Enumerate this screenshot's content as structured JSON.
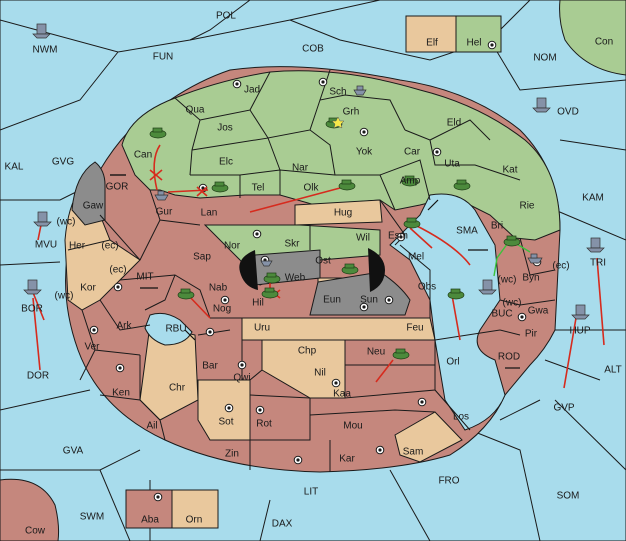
{
  "board": {
    "provinces": {
      "pol": "POL",
      "fun": "FUN",
      "cob": "COB",
      "nom": "NOM",
      "con": "Con",
      "elf": "Elf",
      "hel": "Hel",
      "nwm": "NWM",
      "ovd": "OVD",
      "kal": "KAL",
      "gvg": "GVG",
      "kam": "KAM",
      "sma": "SMA",
      "mit": "MIT",
      "rbu": "RBU",
      "buc": "BUC",
      "rod": "ROD",
      "alt": "ALT",
      "gvp": "GVP",
      "dor": "DOR",
      "gva": "GVA",
      "fro": "FRO",
      "som": "SOM",
      "lit": "LIT",
      "dax": "DAX",
      "swm": "SWM",
      "cow": "Cow",
      "aba": "Aba",
      "orn": "Orn",
      "jad": "Jad",
      "sch": "Sch",
      "qua": "Qua",
      "jos": "Jos",
      "grh": "Grh",
      "eld": "Eld",
      "can": "Can",
      "elc": "Elc",
      "nar": "Nar",
      "yok": "Yok",
      "car": "Car",
      "uta": "Uta",
      "kat": "Kat",
      "gor": "GOR",
      "gaw": "Gaw",
      "gur": "Gur",
      "tel": "Tel",
      "olk": "Olk",
      "amp": "Amp",
      "rie": "Rie",
      "lan": "Lan",
      "hug": "Hug",
      "esm": "Esm",
      "bri": "Bri",
      "mvu": "MVU",
      "her": "Her",
      "nor": "Nor",
      "skr": "Skr",
      "wil": "Wil",
      "mel": "Mel",
      "tri": "TRI",
      "bor": "BOR",
      "kor": "Kor",
      "sap": "Sap",
      "web": "Web",
      "ost": "Ost",
      "byn": "Byn",
      "nab": "Nab",
      "hil": "Hil",
      "eun": "Eun",
      "sun": "Sun",
      "obs": "Obs",
      "gwa": "Gwa",
      "nog": "Nog",
      "uru": "Uru",
      "feu": "Feu",
      "pir": "Pir",
      "hup": "HUP",
      "ark": "Ark",
      "ver": "Ver",
      "bar": "Bar",
      "chp": "Chp",
      "neu": "Neu",
      "orl": "Orl",
      "qwi": "Qwi",
      "nil": "Nil",
      "ken": "Ken",
      "chr": "Chr",
      "kaa": "Kaa",
      "los": "Los",
      "sot": "Sot",
      "rot": "Rot",
      "mou": "Mou",
      "ail": "Ail",
      "sam": "Sam",
      "zin": "Zin",
      "kar": "Kar"
    },
    "coast_tags": {
      "mvu_wc": "(wc)",
      "her_ec": "(ec)",
      "kor_ec": "(ec)",
      "bor_wc": "(wc)",
      "buc_wc": "(wc)",
      "byn_ec": "(ec)",
      "gwa_wc": "(wc)"
    },
    "colors": {
      "sea": "#a8dcec",
      "green_power": "#a9cc93",
      "red_power": "#c5877d",
      "tan_power": "#e9c89d",
      "grey_power": "#8c8c8c",
      "order_arrow": "#d62b1e",
      "support_line": "#3cc23c"
    },
    "icons": [
      "army-icon",
      "fleet-icon",
      "supply-center-icon",
      "dislodged-star-icon",
      "failed-order-x-icon",
      "convoy-link-arrow-icon"
    ]
  }
}
